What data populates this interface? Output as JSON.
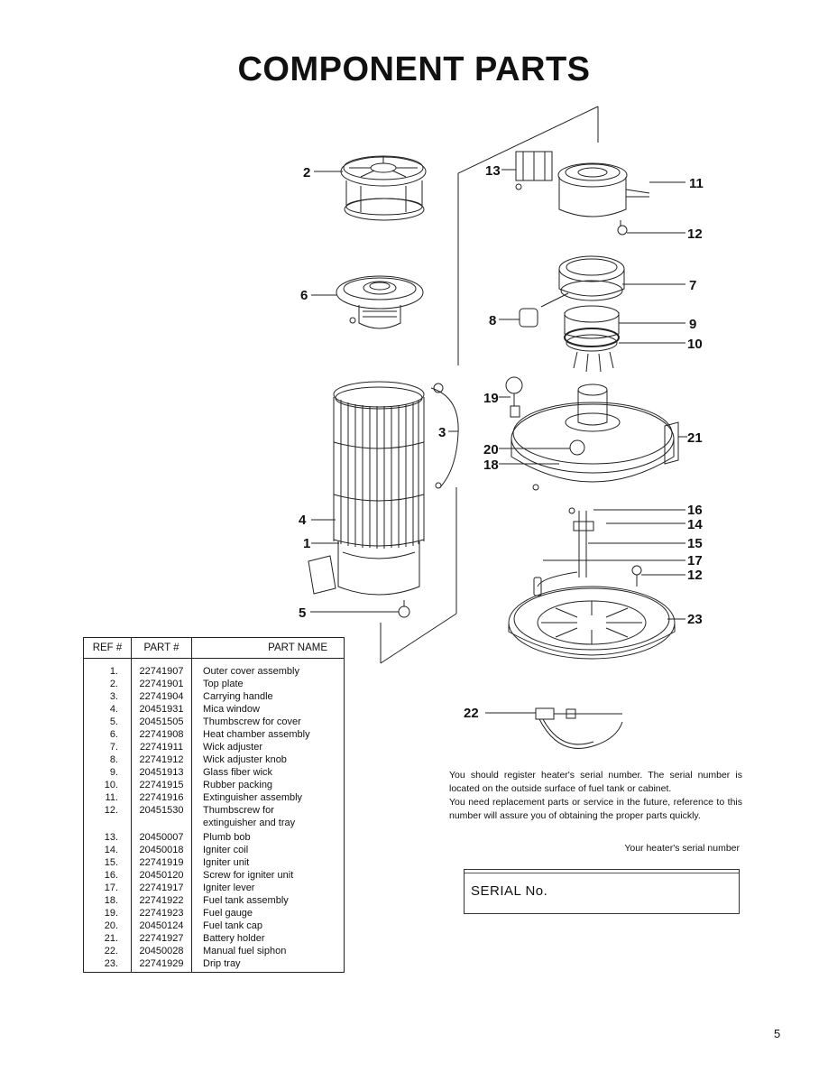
{
  "page": {
    "title": "COMPONENT PARTS",
    "number": "5"
  },
  "callouts": [
    "1",
    "2",
    "3",
    "4",
    "5",
    "6",
    "7",
    "8",
    "9",
    "10",
    "11",
    "12",
    "12",
    "13",
    "14",
    "15",
    "16",
    "17",
    "18",
    "19",
    "20",
    "21",
    "22",
    "23"
  ],
  "table": {
    "headers": [
      "REF #",
      "PART #",
      "PART NAME"
    ],
    "rows": [
      {
        "ref": "1.",
        "part": "22741907",
        "name": "Outer cover assembly"
      },
      {
        "ref": "2.",
        "part": "22741901",
        "name": "Top plate"
      },
      {
        "ref": "3.",
        "part": "22741904",
        "name": "Carrying handle"
      },
      {
        "ref": "4.",
        "part": "20451931",
        "name": "Mica window"
      },
      {
        "ref": "5.",
        "part": "20451505",
        "name": "Thumbscrew for cover"
      },
      {
        "ref": "6.",
        "part": "22741908",
        "name": "Heat chamber assembly"
      },
      {
        "ref": "7.",
        "part": "22741911",
        "name": "Wick adjuster"
      },
      {
        "ref": "8.",
        "part": "22741912",
        "name": "Wick adjuster knob"
      },
      {
        "ref": "9.",
        "part": "20451913",
        "name": "Glass fiber wick"
      },
      {
        "ref": "10.",
        "part": "22741915",
        "name": "Rubber packing"
      },
      {
        "ref": "11.",
        "part": "22741916",
        "name": "Extinguisher assembly"
      },
      {
        "ref": "12.",
        "part": "20451530",
        "name": "Thumbscrew for",
        "name2": "extinguisher and tray"
      },
      {
        "ref": "13.",
        "part": "20450007",
        "name": "Plumb bob"
      },
      {
        "ref": "14.",
        "part": "20450018",
        "name": "Igniter coil"
      },
      {
        "ref": "15.",
        "part": "22741919",
        "name": "Igniter unit"
      },
      {
        "ref": "16.",
        "part": "20450120",
        "name": "Screw for igniter unit"
      },
      {
        "ref": "17.",
        "part": "22741917",
        "name": "Igniter lever"
      },
      {
        "ref": "18.",
        "part": "22741922",
        "name": "Fuel tank assembly"
      },
      {
        "ref": "19.",
        "part": "22741923",
        "name": "Fuel gauge"
      },
      {
        "ref": "20.",
        "part": "20450124",
        "name": "Fuel tank cap"
      },
      {
        "ref": "21.",
        "part": "22741927",
        "name": "Battery holder"
      },
      {
        "ref": "22.",
        "part": "20450028",
        "name": "Manual fuel siphon"
      },
      {
        "ref": "23.",
        "part": "22741929",
        "name": "Drip tray"
      }
    ]
  },
  "notice": {
    "paragraph1": "You should register heater's serial number. The serial number is located on the outside surface of fuel tank or cabinet.",
    "paragraph2": "You need replacement parts or service in the future, reference to this number will assure you of obtaining the proper parts quickly.",
    "serial_caption": "Your heater's serial number",
    "serial_label": "SERIAL No."
  }
}
